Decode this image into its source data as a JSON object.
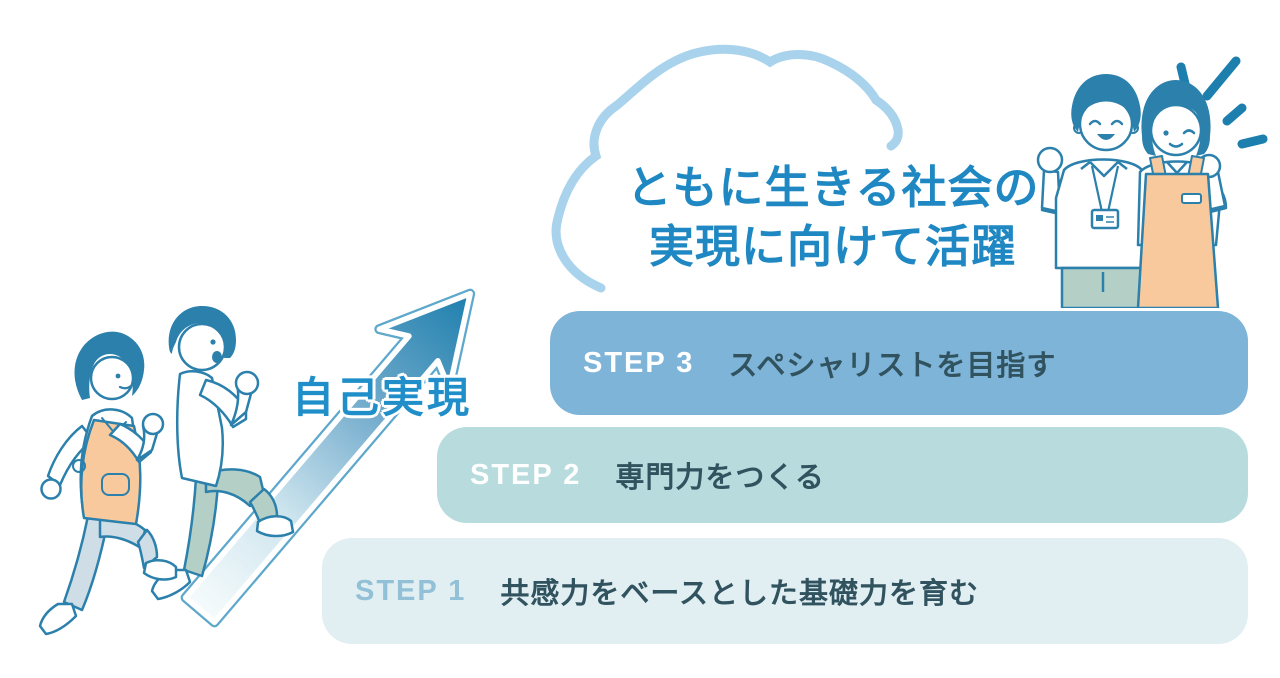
{
  "cloud": {
    "line1": "ともに生きる社会の",
    "line2": "実現に向けて活躍"
  },
  "arrow": {
    "label": "自己実現"
  },
  "steps": [
    {
      "label": "STEP 3",
      "text": "スペシャリストを目指す"
    },
    {
      "label": "STEP 2",
      "text": "専門力をつくる"
    },
    {
      "label": "STEP 1",
      "text": "共感力をベースとした基礎力を育む"
    }
  ],
  "illustrations": {
    "runners": "two-staff-running-up-arrow",
    "celebrating": "man-and-woman-raising-fists"
  },
  "colors": {
    "cloud_outline": "#a9d3ec",
    "cloud_text": "#1f88c3",
    "arrow_dark": "#1d7fad",
    "arrow_light": "#f4fafc",
    "arrow_label": "#1f8ec9",
    "step3_bg": "#7fb4d9",
    "step2_bg": "#b8dcdd",
    "step1_bg": "#e1eff2",
    "step1_label": "#92c0d6",
    "step_text": "#31535f",
    "line_blue": "#2b80ac",
    "apron_orange": "#f8c99c",
    "pants_sage": "#b3cfc6",
    "pants_gray": "#cfdde6"
  }
}
